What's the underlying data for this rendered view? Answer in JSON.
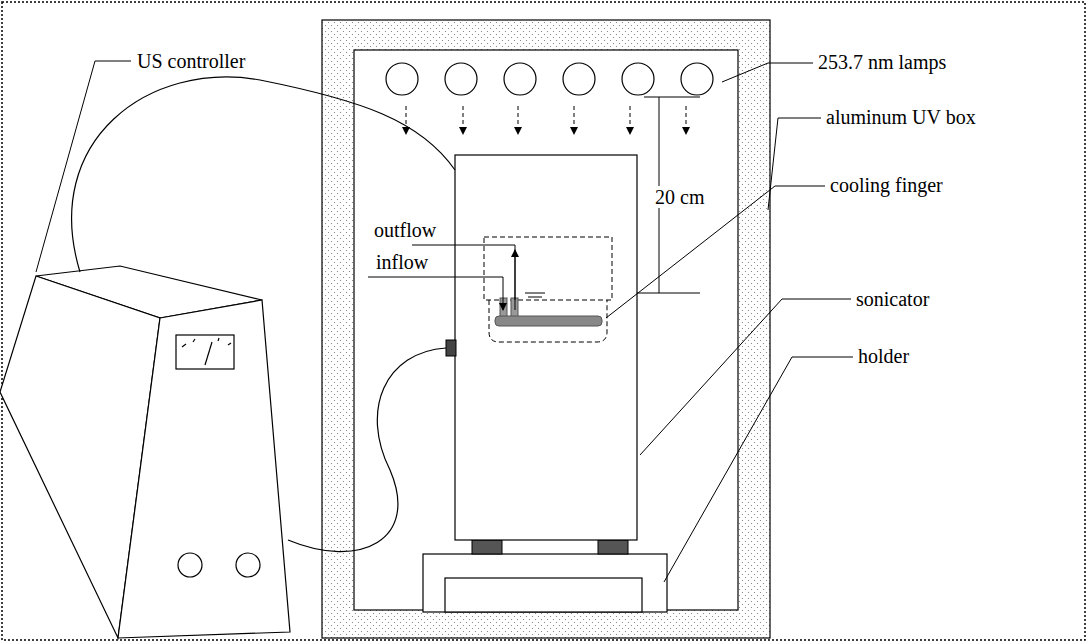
{
  "diagram": {
    "labels": [
      "US controller",
      "253.7 nm lamps",
      "aluminum UV box",
      "20 cm",
      "outflow",
      "inflow",
      "cooling finger",
      "sonicator",
      "holder"
    ]
  }
}
